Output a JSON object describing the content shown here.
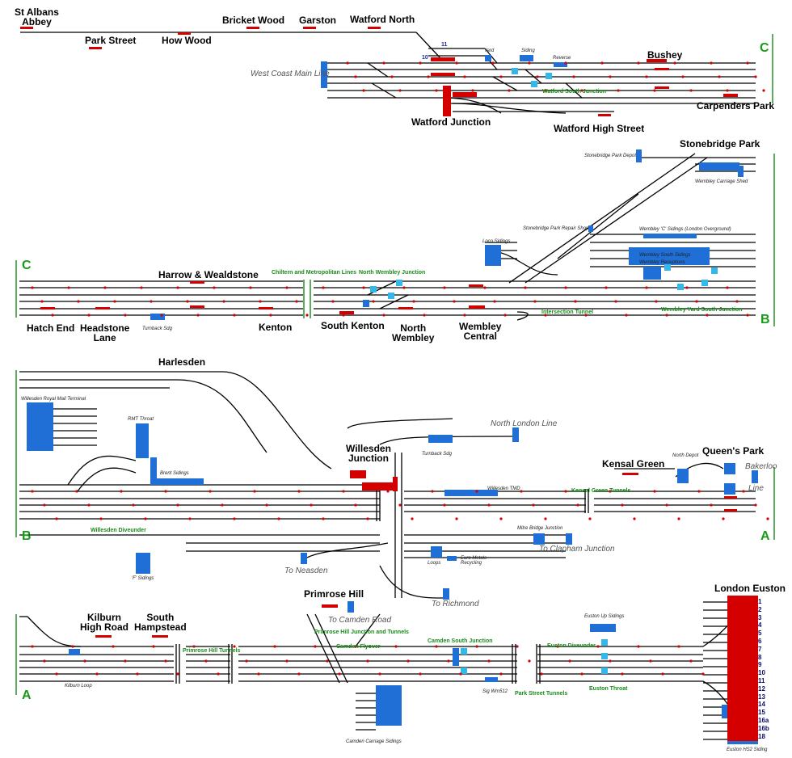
{
  "stations": {
    "st_albans": "St Albans\nAbbey",
    "park_street": "Park Street",
    "how_wood": "How Wood",
    "bricket_wood": "Bricket Wood",
    "garston": "Garston",
    "watford_north": "Watford North",
    "bushey": "Bushey",
    "carpenders_park": "Carpenders Park",
    "watford_junction": "Watford Junction",
    "watford_high_street": "Watford High Street",
    "stonebridge_park": "Stonebridge Park",
    "harrow_wealdstone": "Harrow & Wealdstone",
    "hatch_end": "Hatch End",
    "headstone_lane": "Headstone\nLane",
    "kenton": "Kenton",
    "south_kenton": "South Kenton",
    "north_wembley": "North\nWembley",
    "wembley_central": "Wembley\nCentral",
    "harlesden": "Harlesden",
    "willesden_junction": "Willesden\nJunction",
    "kensal_green": "Kensal Green",
    "queens_park": "Queen's Park",
    "primrose_hill": "Primrose Hill",
    "kilburn_high_road": "Kilburn\nHigh Road",
    "south_hampstead": "South\nHampstead",
    "london_euston": "London Euston"
  },
  "section_markers": {
    "c_top": "C",
    "c_left": "C",
    "b_right": "B",
    "b_left": "B",
    "a_right": "A",
    "a_left": "A"
  },
  "route_labels": {
    "west_coast_main_line": "West Coast Main Line",
    "north_london_line": "North London Line",
    "bakerloo": "Bakerloo",
    "line": "Line",
    "to_neasden": "To Neasden",
    "to_richmond": "To Richmond",
    "to_clapham_junction": "To Clapham Junction",
    "to_camden_road": "To Camden Road"
  },
  "junction_labels": {
    "watford_south_junction": "Watford South Junction",
    "chiltern_metropolitan": "Chiltern and Metropolitan Lines",
    "north_wembley_junction": "North Wembley Junction",
    "intersection_tunnel": "Intersection Tunnel",
    "wembley_yard_south_junction": "Wembley Yard South Junction",
    "kensal_green_tunnels": "Kensal Green Tunnels",
    "willesden_diveunder": "Willesden Diveunder",
    "primrose_hill_tunnels": "Primrose Hill Tunnels",
    "primrose_hill_junction": "Primrose Hill Junction and Tunnels",
    "camden_flyover": "Camden Flyover",
    "camden_south_junction": "Camden South Junction",
    "park_street_tunnels": "Park Street Tunnels",
    "euston_diveunder": "Euston Diveunder",
    "euston_throat": "Euston Throat"
  },
  "siding_labels": {
    "yard": "Yard",
    "siding": "Siding",
    "reverse": "Reverse",
    "stonebridge_park_depot": "Stonebridge Park Depot",
    "wembley_carriage_shed": "Wembley Carriage Shed",
    "stonebridge_park_repair_shop": "Stonebridge Park Repair Shop",
    "wembley_c_sidings": "Wembley 'C' Sidings (London Overground)",
    "loco_sidings": "Loco Sidings",
    "wembley_south_sidings": "Wembley South Sidings",
    "wembley_receptions": "Wembley Receptions",
    "turnback_sdg_harrow": "Turnback Sdg",
    "willesden_royal_mail": "Willesden Royal Mail Terminal",
    "rmt_throat": "RMT Throat",
    "brent_sidings": "Brent Sidings",
    "turnback_sdg_willesden": "Turnback Sdg",
    "willesden_tmd": "Willesden TMD",
    "north_depot": "North Depot",
    "mitre_bridge_junction": "Mitre Bridge Junction",
    "f_sidings": "'F' Sidings",
    "loops": "Loops",
    "euro_metals": "Euro Metals\nRecycling",
    "kilburn_loop": "Kilburn Loop",
    "camden_carriage_sidings": "Camden Carriage Sidings",
    "sig_wm512": "Sig Wm512",
    "euston_up_sidings": "Euston Up Sidings",
    "euston_hs2_siding": "Euston HS2 Siding"
  },
  "track_numbers": {
    "eleven": "11",
    "ten": "10"
  },
  "euston_platforms": [
    "1",
    "2",
    "3",
    "4",
    "5",
    "6",
    "7",
    "8",
    "9",
    "10",
    "11",
    "12",
    "13",
    "14",
    "15",
    "16a",
    "16b",
    "18"
  ],
  "colors": {
    "track": "#000000",
    "platform": "#d40000",
    "siding_block": "#1f6fd6",
    "signal_red": "#d40000",
    "label_green": "#1a8a1a",
    "crossover_cyan": "#35b8e8"
  }
}
